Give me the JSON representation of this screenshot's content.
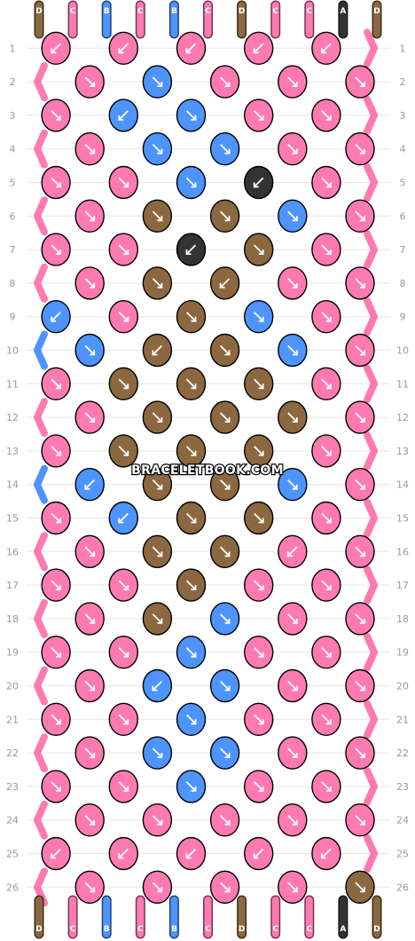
{
  "site": {
    "watermark": "BRACELETBOOK.COM"
  },
  "colors": {
    "D": "#8b6840",
    "C": "#ff7ab0",
    "B": "#4d94ff",
    "A": "#333333"
  },
  "strings": {
    "top": [
      "D",
      "C",
      "B",
      "C",
      "B",
      "C",
      "D",
      "C",
      "C",
      "A",
      "D"
    ],
    "bottom": [
      "D",
      "C",
      "B",
      "C",
      "B",
      "C",
      "D",
      "C",
      "C",
      "A",
      "D"
    ]
  },
  "row_numbers": [
    "1",
    "2",
    "3",
    "4",
    "5",
    "6",
    "7",
    "8",
    "9",
    "10",
    "11",
    "12",
    "13",
    "14",
    "15",
    "16",
    "17",
    "18",
    "19",
    "20",
    "21",
    "22",
    "23",
    "24",
    "25",
    "26"
  ],
  "knot_rows": [
    [
      "C",
      "C",
      "C",
      "C",
      "C"
    ],
    [
      "C",
      "B",
      "C",
      "C",
      "C"
    ],
    [
      "C",
      "B",
      "B",
      "C",
      "C"
    ],
    [
      "C",
      "B",
      "B",
      "C",
      "C"
    ],
    [
      "C",
      "C",
      "B",
      "A",
      "C"
    ],
    [
      "C",
      "D",
      "D",
      "B",
      "C"
    ],
    [
      "C",
      "C",
      "A",
      "D",
      "C"
    ],
    [
      "C",
      "D",
      "D",
      "C",
      "C"
    ],
    [
      "B",
      "C",
      "D",
      "B",
      "C"
    ],
    [
      "B",
      "D",
      "D",
      "B",
      "C"
    ],
    [
      "C",
      "D",
      "D",
      "D",
      "C"
    ],
    [
      "C",
      "D",
      "D",
      "D",
      "C"
    ],
    [
      "C",
      "D",
      "D",
      "D",
      "C"
    ],
    [
      "B",
      "D",
      "D",
      "B",
      "C"
    ],
    [
      "C",
      "B",
      "D",
      "D",
      "C"
    ],
    [
      "C",
      "D",
      "D",
      "C",
      "C"
    ],
    [
      "C",
      "C",
      "D",
      "C",
      "C"
    ],
    [
      "C",
      "D",
      "B",
      "C",
      "C"
    ],
    [
      "C",
      "C",
      "B",
      "C",
      "C"
    ],
    [
      "C",
      "B",
      "B",
      "C",
      "C"
    ],
    [
      "C",
      "C",
      "B",
      "C",
      "C"
    ],
    [
      "C",
      "B",
      "B",
      "C",
      "C"
    ],
    [
      "C",
      "C",
      "B",
      "C",
      "C"
    ],
    [
      "C",
      "C",
      "C",
      "C",
      "C"
    ],
    [
      "C",
      "C",
      "C",
      "C",
      "C"
    ],
    [
      "C",
      "C",
      "C",
      "C",
      "D"
    ]
  ],
  "knot_arrows": [
    [
      "bl",
      "bl",
      "bl",
      "bl",
      "bl"
    ],
    [
      "br",
      "br",
      "br",
      "br",
      "br"
    ],
    [
      "br",
      "bl",
      "br",
      "br",
      "br"
    ],
    [
      "br",
      "br",
      "br",
      "br",
      "br"
    ],
    [
      "br",
      "br",
      "br",
      "bl",
      "br"
    ],
    [
      "br",
      "br",
      "br",
      "br",
      "br"
    ],
    [
      "br",
      "br",
      "bl",
      "br",
      "br"
    ],
    [
      "br",
      "br",
      "bl",
      "br",
      "br"
    ],
    [
      "bl",
      "br",
      "br",
      "br",
      "br"
    ],
    [
      "br",
      "bl",
      "br",
      "br",
      "br"
    ],
    [
      "br",
      "br",
      "br",
      "br",
      "br"
    ],
    [
      "br",
      "br",
      "br",
      "br",
      "br"
    ],
    [
      "br",
      "br",
      "br",
      "br",
      "br"
    ],
    [
      "bl",
      "br",
      "br",
      "br",
      "br"
    ],
    [
      "br",
      "bl",
      "br",
      "br",
      "br"
    ],
    [
      "br",
      "br",
      "br",
      "bl",
      "br"
    ],
    [
      "br",
      "br",
      "br",
      "br",
      "br"
    ],
    [
      "br",
      "br",
      "br",
      "br",
      "br"
    ],
    [
      "br",
      "br",
      "br",
      "br",
      "br"
    ],
    [
      "br",
      "bl",
      "br",
      "br",
      "br"
    ],
    [
      "br",
      "br",
      "br",
      "br",
      "br"
    ],
    [
      "br",
      "br",
      "br",
      "br",
      "br"
    ],
    [
      "br",
      "br",
      "br",
      "br",
      "br"
    ],
    [
      "br",
      "br",
      "br",
      "br",
      "br"
    ],
    [
      "bl",
      "bl",
      "bl",
      "bl",
      "bl"
    ],
    [
      "br",
      "br",
      "br",
      "br",
      "br"
    ]
  ]
}
